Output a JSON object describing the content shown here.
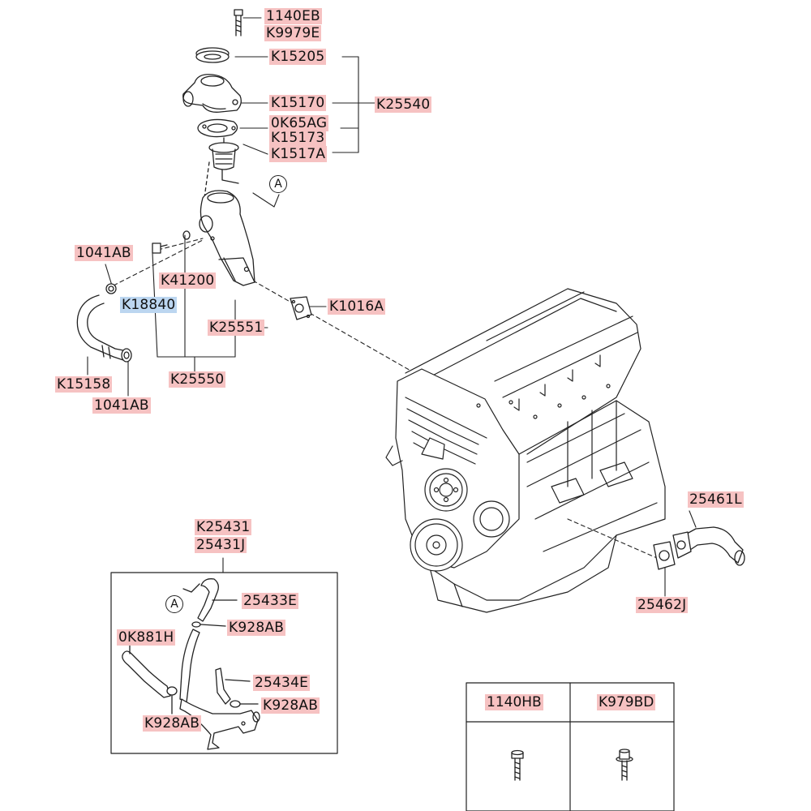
{
  "callouts": {
    "top_bolt": [
      "1140EB",
      "K9979E"
    ],
    "cap": "K15205",
    "housing": "K15170",
    "gasket": "0K65AG",
    "k15173": "K15173",
    "thermostat": "K1517A",
    "assembly": "K25540",
    "ref_a_upper": "A",
    "clamp_left": "1041AB",
    "pipe": "K41200",
    "sensor": "K18840",
    "gasket_b": "K1016A",
    "k25551": "K25551",
    "hose": "K15158",
    "clamp_bottom": "1041AB",
    "k25550": "K25550",
    "right_pipe": "25461L",
    "right_gasket": "25462J"
  },
  "inset": {
    "labels": [
      "K25431",
      "25431J"
    ],
    "ref_a": "A",
    "hose_top": "25433E",
    "clamp_top": "K928AB",
    "hose_left": "0K881H",
    "hose_mid": "25434E",
    "clamp_right": "K928AB",
    "clamp_left": "K928AB"
  },
  "table": {
    "headers": [
      "1140HB",
      "K979BD"
    ],
    "parts": [
      "bolt-icon",
      "flange-bolt-icon"
    ]
  },
  "colors": {
    "label_highlight": "#f6c2c2",
    "selected_highlight": "#bcd6f0",
    "line": "#222222"
  }
}
